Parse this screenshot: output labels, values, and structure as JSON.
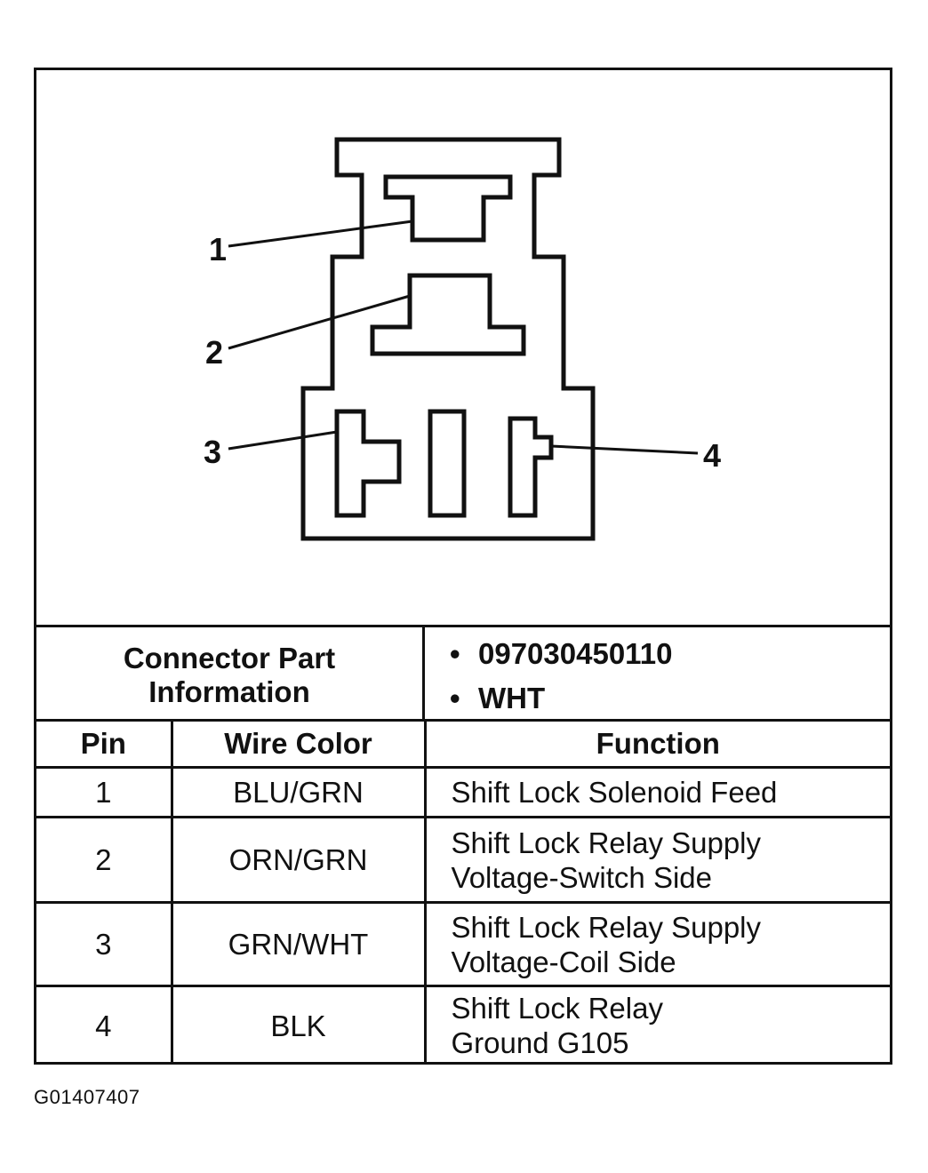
{
  "diagram": {
    "callouts": [
      "1",
      "2",
      "3",
      "4"
    ]
  },
  "connector_info": {
    "label": "Connector Part\nInformation",
    "values": [
      "097030450110",
      "WHT"
    ]
  },
  "pin_table": {
    "headers": [
      "Pin",
      "Wire Color",
      "Function"
    ],
    "rows": [
      {
        "pin": "1",
        "wire_color": "BLU/GRN",
        "function": "Shift Lock Solenoid Feed"
      },
      {
        "pin": "2",
        "wire_color": "ORN/GRN",
        "function": "Shift Lock Relay Supply\nVoltage-Switch Side"
      },
      {
        "pin": "3",
        "wire_color": "GRN/WHT",
        "function": "Shift Lock Relay Supply\nVoltage-Coil Side"
      },
      {
        "pin": "4",
        "wire_color": "BLK",
        "function": "Shift Lock Relay\nGround G105"
      }
    ]
  },
  "footer": {
    "code": "G01407407"
  }
}
